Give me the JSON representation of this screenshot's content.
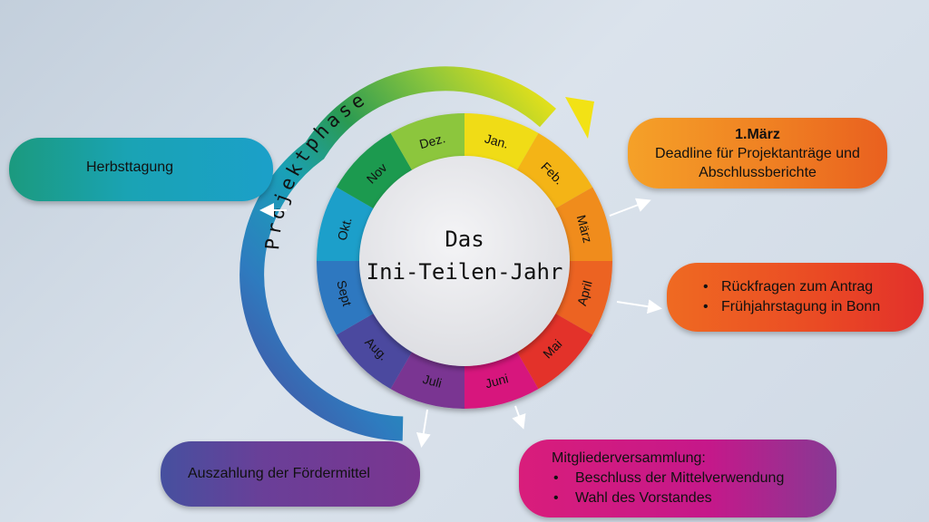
{
  "wheel": {
    "center_title_line1": "Das",
    "center_title_line2": "Ini-Teilen-Jahr",
    "arc_label": "Projektphase",
    "months": [
      {
        "label": "Jan.",
        "color": "#f0dc14"
      },
      {
        "label": "Feb.",
        "color": "#f4b418"
      },
      {
        "label": "März",
        "color": "#f08c1e"
      },
      {
        "label": "April",
        "color": "#ec6420"
      },
      {
        "label": "Mai",
        "color": "#e3322a"
      },
      {
        "label": "Juni",
        "color": "#d7197d"
      },
      {
        "label": "Juli",
        "color": "#7a3592"
      },
      {
        "label": "Aug.",
        "color": "#4b4a9f"
      },
      {
        "label": "Sept",
        "color": "#2f78c0"
      },
      {
        "label": "Okt.",
        "color": "#1c9fca"
      },
      {
        "label": "Nov",
        "color": "#1f9a50"
      },
      {
        "label": "Dez.",
        "color": "#8cc63c"
      }
    ]
  },
  "boxes": {
    "herbst": {
      "text": "Herbsttagung"
    },
    "maerz": {
      "title": "1.März",
      "line1": "Deadline für Projektanträge und",
      "line2": "Abschlussberichte"
    },
    "april": {
      "items": [
        "Rückfragen zum Antrag",
        "Frühjahrstagung in Bonn"
      ]
    },
    "auszahlung": {
      "text": "Auszahlung der Fördermittel"
    },
    "mitglieder": {
      "title": "Mitgliederversammlung:",
      "items": [
        "Beschluss der Mittelverwendung",
        "Wahl des Vorstandes"
      ]
    }
  }
}
